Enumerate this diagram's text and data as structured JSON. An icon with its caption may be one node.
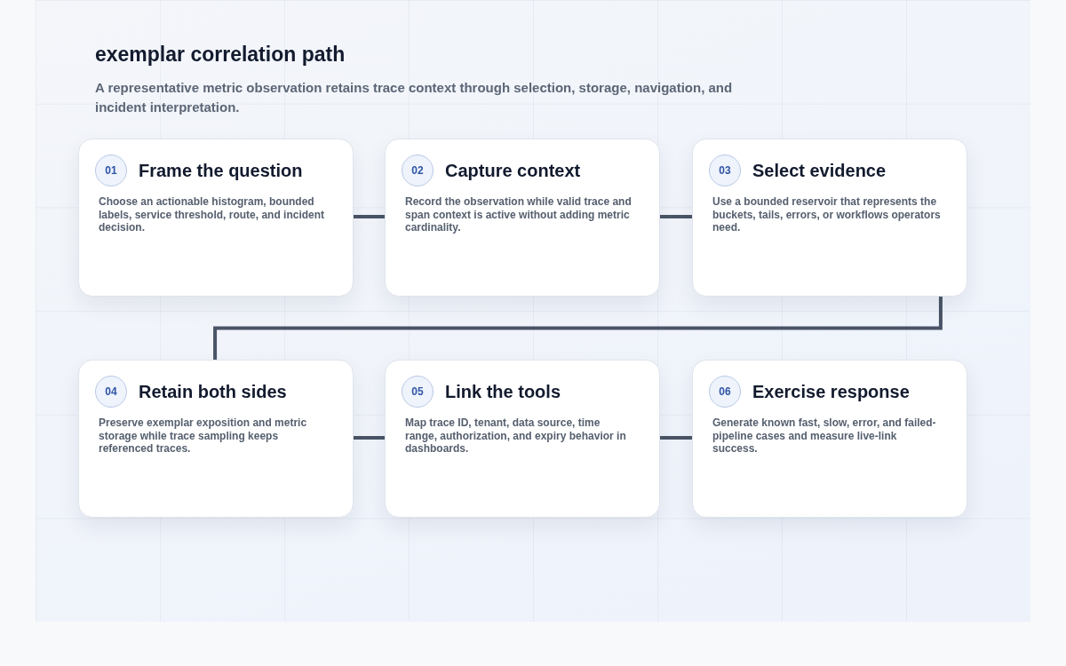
{
  "diagram": {
    "title": "exemplar correlation path",
    "caption": "A representative metric observation retains trace context through selection, storage, navigation, and incident interpretation.",
    "nodes": [
      {
        "text": [
          "01",
          "Frame the question",
          "Choose an actionable histogram, bounded labels, service threshold, route, and incident decision."
        ]
      },
      {
        "text": [
          "02",
          "Capture context",
          "Record the observation while valid trace and span context is active without adding metric cardinality."
        ]
      },
      {
        "text": [
          "03",
          "Select evidence",
          "Use a bounded reservoir that represents the buckets, tails, errors, or workflows operators need."
        ]
      },
      {
        "text": [
          "04",
          "Retain both sides",
          "Preserve exemplar exposition and metric storage while trace sampling keeps referenced traces."
        ]
      },
      {
        "text": [
          "05",
          "Link the tools",
          "Map trace ID, tenant, data source, time range, authorization, and expiry behavior in dashboards."
        ]
      },
      {
        "text": [
          "06",
          "Exercise response",
          "Generate known fast, slow, error, and failed-pipeline cases and measure live-link success."
        ]
      }
    ],
    "edges": [
      {
        "from": 0,
        "to": 1,
        "arrow": "none"
      },
      {
        "from": 1,
        "to": 2,
        "arrow": "none"
      },
      {
        "from": 2,
        "to": 3,
        "arrow": "none"
      },
      {
        "from": 3,
        "to": 4,
        "arrow": "none"
      },
      {
        "from": 4,
        "to": 5,
        "arrow": "none"
      }
    ]
  }
}
